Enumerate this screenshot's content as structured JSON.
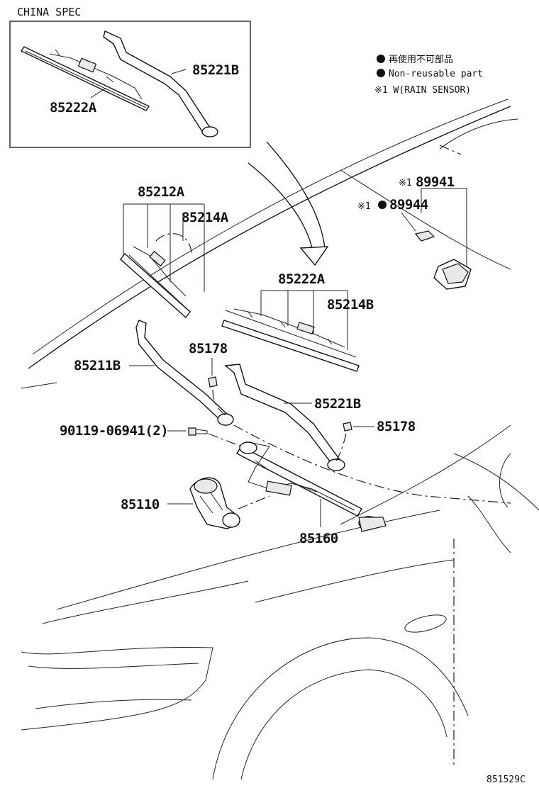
{
  "diagram_code": "851529C",
  "china_spec": {
    "title": "CHINA SPEC",
    "labels": [
      "85221B",
      "85222A"
    ]
  },
  "legend": {
    "line1": "再使用不可部品",
    "line2": "Non-reusable part",
    "line3": "※1 W(RAIN SENSOR)"
  },
  "callouts": {
    "p85212A": "85212A",
    "p85214A": "85214A",
    "p85222A": "85222A",
    "p85214B": "85214B",
    "p85178a": "85178",
    "p85211B": "85211B",
    "p85221B": "85221B",
    "p85178b": "85178",
    "p90119": "90119-06941(2)",
    "p85110": "85110",
    "p85160": "85160",
    "p89941": "89941",
    "p89944": "89944",
    "mark1": "※1"
  }
}
